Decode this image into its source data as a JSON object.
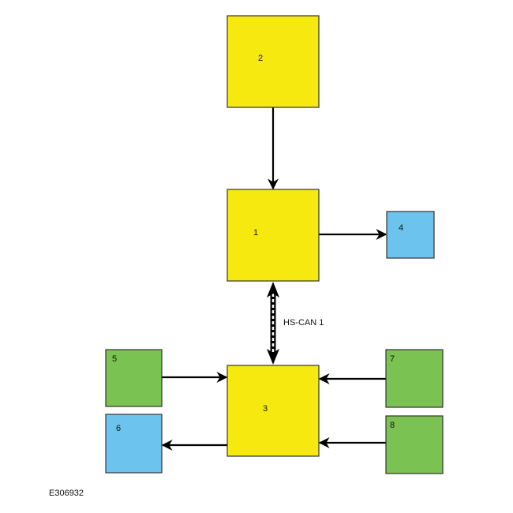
{
  "colors": {
    "module": "#f5e90f",
    "output": "#6cc4ee",
    "input": "#7ac251"
  },
  "boxes": {
    "b1": "1",
    "b2": "2",
    "b3": "3",
    "b4": "4",
    "b5": "5",
    "b6": "6",
    "b7": "7",
    "b8": "8"
  },
  "bus_label": "HS-CAN 1",
  "figure_id": "E306932"
}
